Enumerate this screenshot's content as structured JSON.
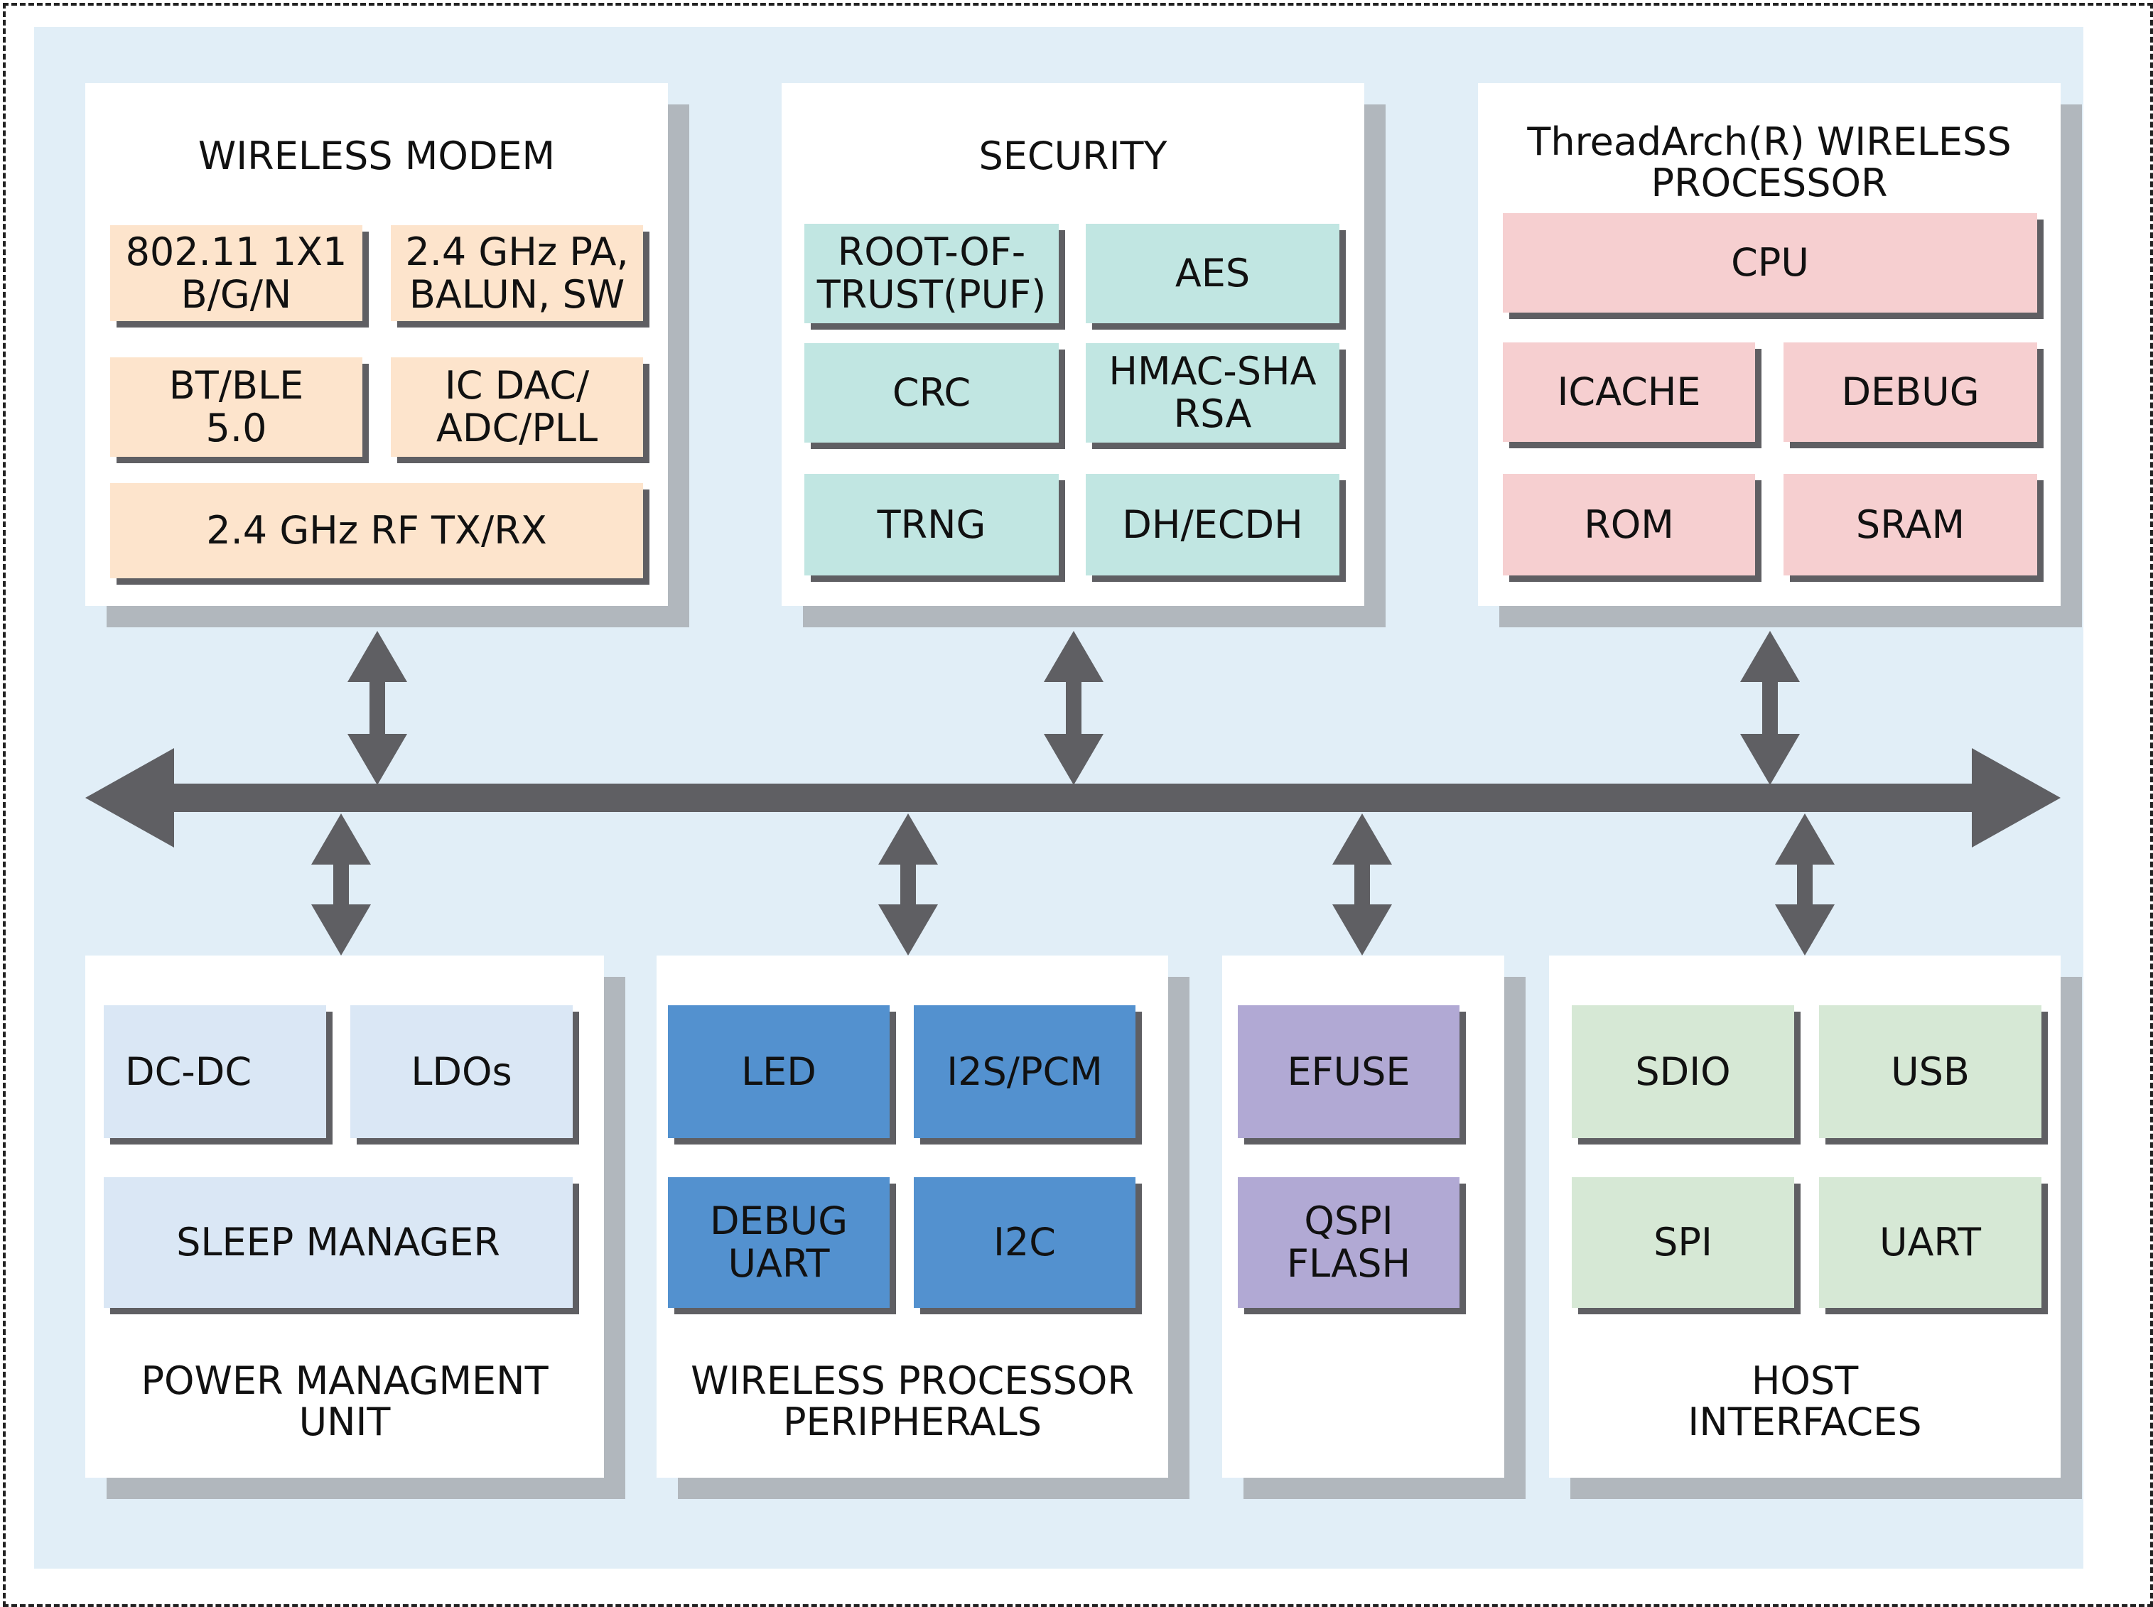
{
  "colors": {
    "background": "#e1eef7",
    "panel": "#ffffff",
    "panel_shadow": "#b1b7bd",
    "block_shadow": "#5f5f63",
    "bus": "#5f5f63",
    "wireless_modem_block": "#fde4cc",
    "security_block": "#c1e6e2",
    "processor_block": "#f6cfd0",
    "power_block": "#dae7f5",
    "peripherals_block": "#5391cf",
    "memory_block": "#b1a9d4",
    "host_block": "#d6e8d5"
  },
  "wireless_modem": {
    "title": "WIRELESS MODEM",
    "blocks": [
      "802.11 1X1\nB/G/N",
      "2.4 GHz PA,\nBALUN, SW",
      "BT/BLE\n5.0",
      "IC DAC/\nADC/PLL",
      "2.4 GHz RF TX/RX"
    ]
  },
  "security": {
    "title": "SECURITY",
    "blocks": [
      "ROOT-OF-\nTRUST(PUF)",
      "AES",
      "CRC",
      "HMAC-SHA\nRSA",
      "TRNG",
      "DH/ECDH"
    ]
  },
  "processor": {
    "title": "ThreadArch(R) WIRELESS\nPROCESSOR",
    "blocks": [
      "CPU",
      "ICACHE",
      "DEBUG",
      "ROM",
      "SRAM"
    ]
  },
  "power": {
    "title": "POWER MANAGMENT\nUNIT",
    "blocks": [
      "DC-DC",
      "LDOs",
      "SLEEP MANAGER"
    ]
  },
  "peripherals": {
    "title": "WIRELESS PROCESSOR\nPERIPHERALS",
    "blocks": [
      "LED",
      "I2S/PCM",
      "DEBUG\nUART",
      "I2C"
    ]
  },
  "memory": {
    "blocks": [
      "EFUSE",
      "QSPI FLASH"
    ]
  },
  "host": {
    "title": "HOST\nINTERFACES",
    "blocks": [
      "SDIO",
      "USB",
      "SPI",
      "UART"
    ]
  }
}
